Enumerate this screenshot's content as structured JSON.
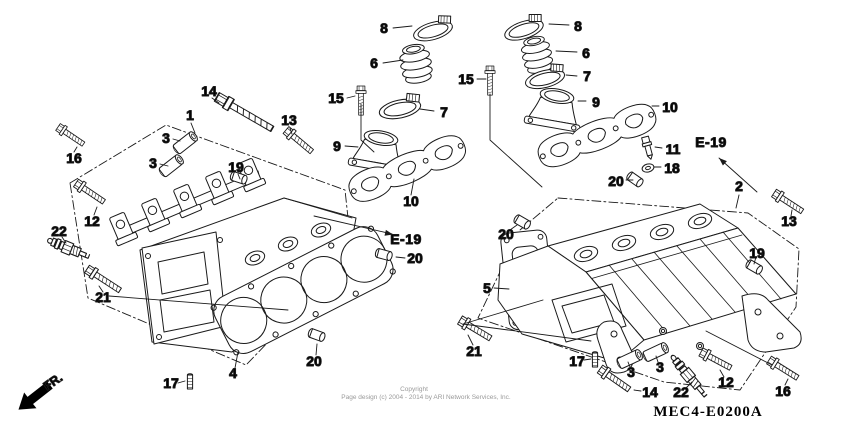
{
  "diagram": {
    "code": "MEC4-E0200A",
    "front_marker": "FR.",
    "references": {
      "front": "E-19",
      "rear": "E-19"
    },
    "copyright": {
      "line1": "Copyright",
      "line2": "Page design (c) 2004 - 2014 by ARI Network Services, Inc."
    },
    "colors": {
      "line": "#1a1a1a",
      "label": "#000000",
      "copyright": "#9a9a9a",
      "background": "#ffffff"
    },
    "callouts": [
      {
        "label": "8"
      },
      {
        "label": "6"
      },
      {
        "label": "15"
      },
      {
        "label": "7"
      },
      {
        "label": "9"
      },
      {
        "label": "10"
      },
      {
        "label": "8"
      },
      {
        "label": "6"
      },
      {
        "label": "15"
      },
      {
        "label": "7"
      },
      {
        "label": "9"
      },
      {
        "label": "10"
      },
      {
        "label": "11"
      },
      {
        "label": "18"
      },
      {
        "label": "20"
      },
      {
        "label": "1"
      },
      {
        "label": "14"
      },
      {
        "label": "13"
      },
      {
        "label": "3"
      },
      {
        "label": "3"
      },
      {
        "label": "19"
      },
      {
        "label": "16"
      },
      {
        "label": "12"
      },
      {
        "label": "22"
      },
      {
        "label": "21"
      },
      {
        "label": "20"
      },
      {
        "label": "20"
      },
      {
        "label": "4"
      },
      {
        "label": "17"
      },
      {
        "label": "2"
      },
      {
        "label": "13"
      },
      {
        "label": "19"
      },
      {
        "label": "20"
      },
      {
        "label": "5"
      },
      {
        "label": "21"
      },
      {
        "label": "17"
      },
      {
        "label": "3"
      },
      {
        "label": "3"
      },
      {
        "label": "14"
      },
      {
        "label": "22"
      },
      {
        "label": "12"
      },
      {
        "label": "16"
      }
    ]
  }
}
